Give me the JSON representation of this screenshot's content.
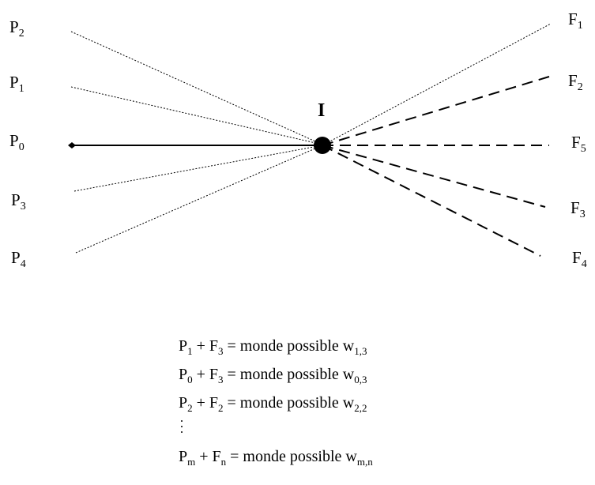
{
  "center": {
    "label": "I"
  },
  "past": [
    {
      "base": "P",
      "sub": "2"
    },
    {
      "base": "P",
      "sub": "1"
    },
    {
      "base": "P",
      "sub": "0"
    },
    {
      "base": "P",
      "sub": "3"
    },
    {
      "base": "P",
      "sub": "4"
    }
  ],
  "futures": [
    {
      "base": "F",
      "sub": "1"
    },
    {
      "base": "F",
      "sub": "2"
    },
    {
      "base": "F",
      "sub": "5"
    },
    {
      "base": "F",
      "sub": "3"
    },
    {
      "base": "F",
      "sub": "4"
    }
  ],
  "equations": [
    {
      "p": "P",
      "ps": "1",
      "plus": " + ",
      "f": "F",
      "fs": "3",
      "text": " = monde possible w",
      "ws": "1,3"
    },
    {
      "p": "P",
      "ps": "0",
      "plus": " + ",
      "f": "F",
      "fs": "3",
      "text": " = monde possible w",
      "ws": "0,3"
    },
    {
      "p": "P",
      "ps": "2",
      "plus": " + ",
      "f": "F",
      "fs": "2",
      "text": " = monde possible w",
      "ws": "2,2"
    },
    {
      "p": "P",
      "ps": "m",
      "plus": " + ",
      "f": "F",
      "fs": "n",
      "text": " = monde possible w",
      "ws": "m,n"
    }
  ]
}
